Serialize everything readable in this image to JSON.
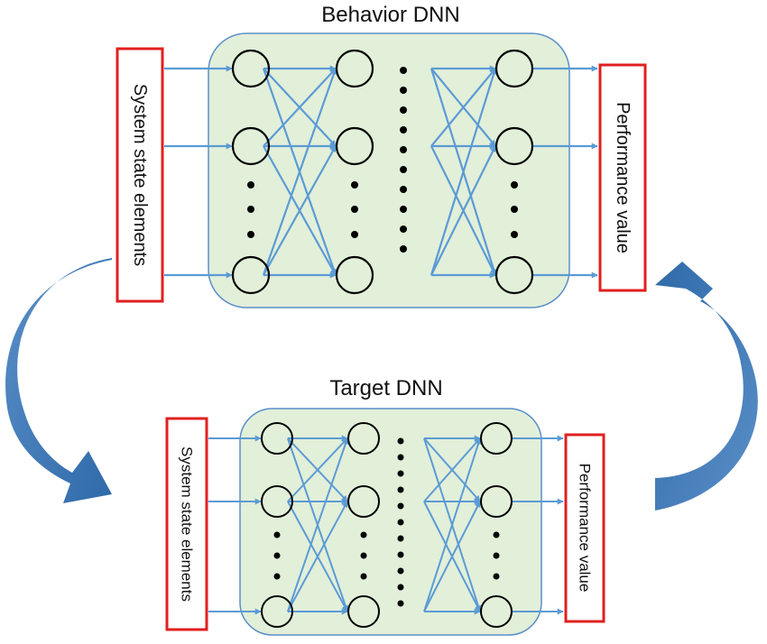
{
  "behavior": {
    "title": "Behavior DNN",
    "input_label": "System state elements",
    "output_label": "Performance value"
  },
  "target": {
    "title": "Target DNN",
    "input_label": "System state elements",
    "output_label": "Performance value"
  },
  "colors": {
    "panel_fill": "#e2efd9",
    "panel_stroke": "#5b8fc9",
    "arrow": "#5b9bd5",
    "curved_arrow": "#3e78b5",
    "label_box": "#e0201f",
    "neuron_stroke": "#000000",
    "dots": "#000000"
  },
  "icons": {
    "left_curved_arrow": "curved-arrow-down-right-icon",
    "right_curved_arrow": "curved-arrow-up-left-icon"
  }
}
